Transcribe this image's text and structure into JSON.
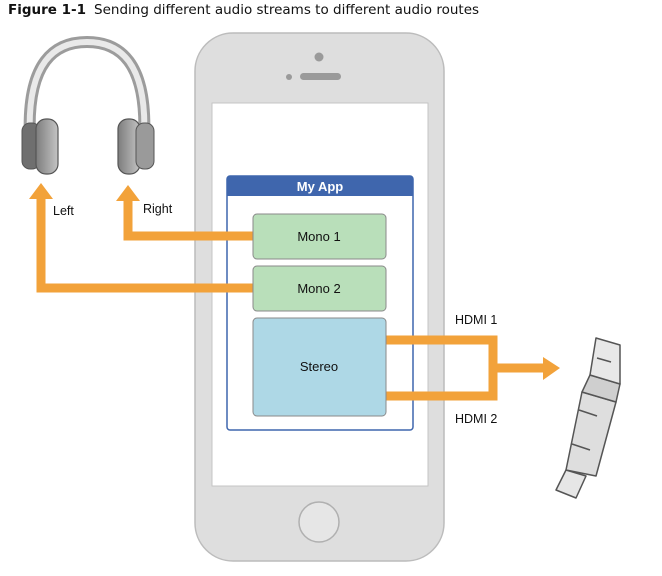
{
  "caption": {
    "figure_label": "Figure 1-1",
    "text": "Sending different audio streams to different audio routes"
  },
  "app": {
    "title": "My App",
    "streams": {
      "mono1": "Mono 1",
      "mono2": "Mono 2",
      "stereo": "Stereo"
    }
  },
  "routes": {
    "left": "Left",
    "right": "Right",
    "hdmi1": "HDMI 1",
    "hdmi2": "HDMI 2"
  },
  "colors": {
    "arrow": "#f2a23a",
    "app_header": "#3f66ad",
    "mono_fill": "#b9dfba",
    "stereo_fill": "#aed8e6",
    "phone_body": "#dedede"
  },
  "icons": {
    "headphones": "headphones-icon",
    "connector": "lightning-connector-icon",
    "phone": "iphone-icon"
  }
}
